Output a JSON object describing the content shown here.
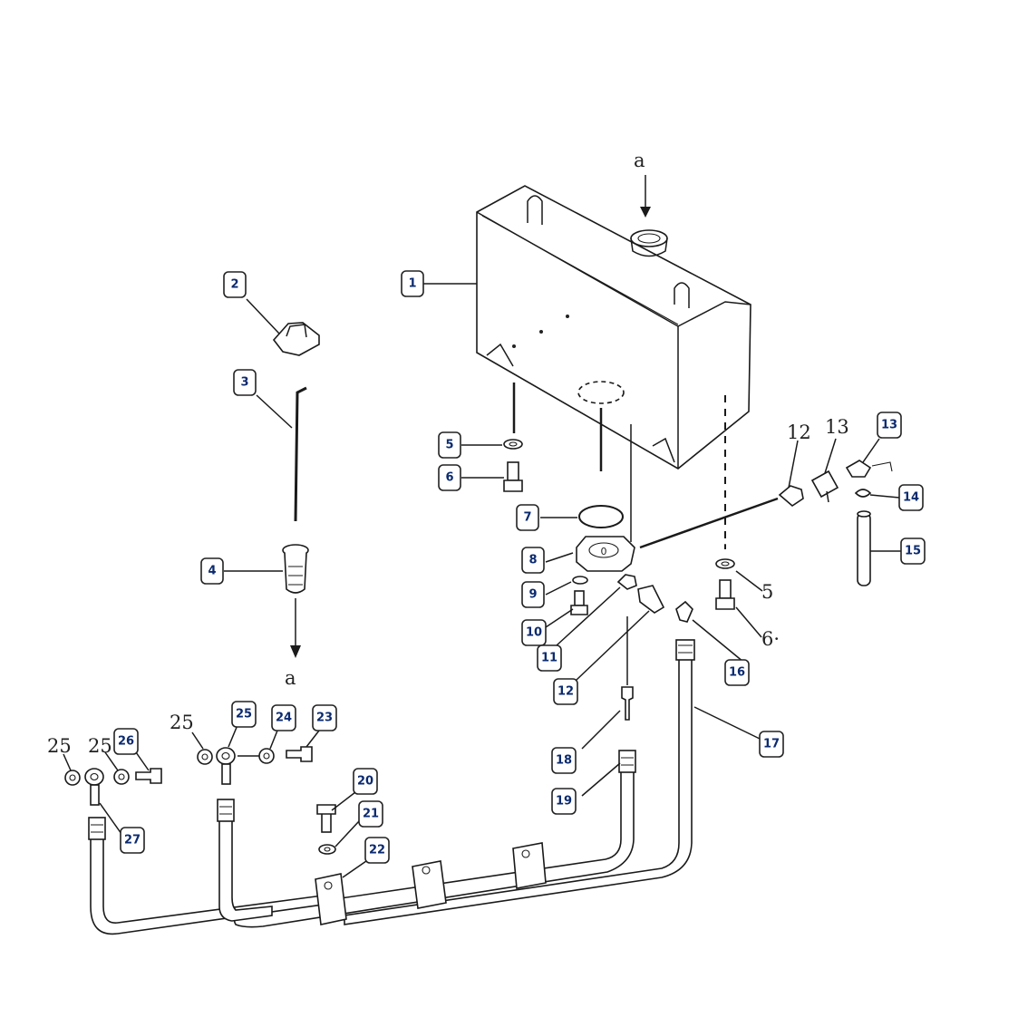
{
  "callouts": [
    {
      "id": "c1",
      "label": "1"
    },
    {
      "id": "c2",
      "label": "2"
    },
    {
      "id": "c3",
      "label": "3"
    },
    {
      "id": "c4",
      "label": "4"
    },
    {
      "id": "c5",
      "label": "5"
    },
    {
      "id": "c6",
      "label": "6"
    },
    {
      "id": "c7",
      "label": "7"
    },
    {
      "id": "c8",
      "label": "8"
    },
    {
      "id": "c9",
      "label": "9"
    },
    {
      "id": "c10",
      "label": "10"
    },
    {
      "id": "c11",
      "label": "11"
    },
    {
      "id": "c12",
      "label": "12"
    },
    {
      "id": "c13",
      "label": "13"
    },
    {
      "id": "c14",
      "label": "14"
    },
    {
      "id": "c15",
      "label": "15"
    },
    {
      "id": "c16",
      "label": "16"
    },
    {
      "id": "c17",
      "label": "17"
    },
    {
      "id": "c18",
      "label": "18"
    },
    {
      "id": "c19",
      "label": "19"
    },
    {
      "id": "c20",
      "label": "20"
    },
    {
      "id": "c21",
      "label": "21"
    },
    {
      "id": "c22",
      "label": "22"
    },
    {
      "id": "c23",
      "label": "23"
    },
    {
      "id": "c24",
      "label": "24"
    },
    {
      "id": "c25",
      "label": "25"
    },
    {
      "id": "c26",
      "label": "26"
    },
    {
      "id": "c27",
      "label": "27"
    }
  ],
  "plain_labels": {
    "a_top": "a",
    "a_bottom": "a",
    "n12": "12",
    "n13": "13",
    "n5": "5",
    "n6": "6·",
    "n25a": "25",
    "n25b": "25",
    "n25c": "25"
  }
}
